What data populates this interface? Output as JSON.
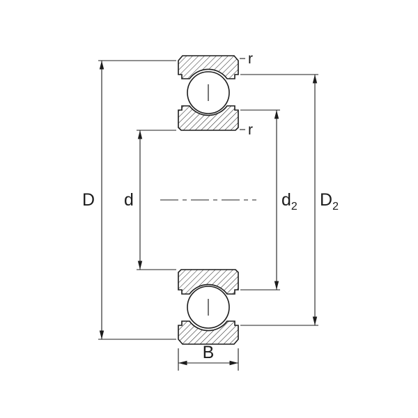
{
  "colors": {
    "ink": "#1c1c1c",
    "background": "#ffffff"
  },
  "diagram": {
    "dimensions": {
      "outer_diameter": {
        "label": "D"
      },
      "bore_diameter": {
        "label": "d"
      },
      "inner_ring_shoulder": {
        "main": "d",
        "sub": "2"
      },
      "outer_ring_shoulder": {
        "main": "D",
        "sub": "2"
      },
      "width": {
        "label": "B"
      },
      "chamfer_outer_ring": {
        "label": "r"
      },
      "chamfer_inner_ring": {
        "label": "r"
      }
    }
  }
}
